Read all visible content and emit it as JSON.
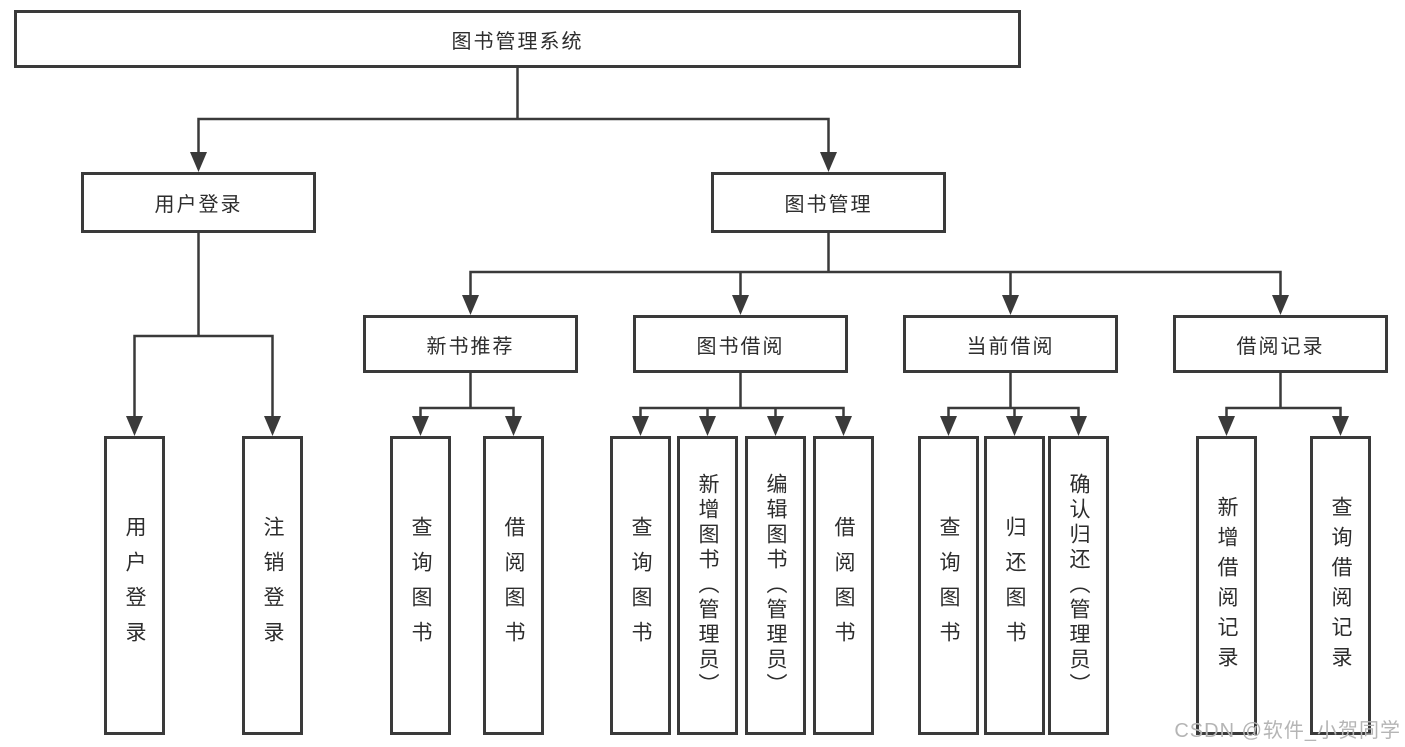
{
  "diagram": {
    "tree": {
      "label": "图书管理系统",
      "children": [
        {
          "label": "用户登录",
          "children": [
            {
              "label": "用户登录"
            },
            {
              "label": "注销登录"
            }
          ]
        },
        {
          "label": "图书管理",
          "children": [
            {
              "label": "新书推荐",
              "children": [
                {
                  "label": "查询图书"
                },
                {
                  "label": "借阅图书"
                }
              ]
            },
            {
              "label": "图书借阅",
              "children": [
                {
                  "label": "查询图书"
                },
                {
                  "label": "新增图书（管理员）"
                },
                {
                  "label": "编辑图书（管理员）"
                },
                {
                  "label": "借阅图书"
                }
              ]
            },
            {
              "label": "当前借阅",
              "children": [
                {
                  "label": "查询图书"
                },
                {
                  "label": "归还图书"
                },
                {
                  "label": "确认归还（管理员）"
                }
              ]
            },
            {
              "label": "借阅记录",
              "children": [
                {
                  "label": "新增借阅记录"
                },
                {
                  "label": "查询借阅记录"
                }
              ]
            }
          ]
        }
      ]
    },
    "colors": {
      "line": "#3a3a3a",
      "box_border": "#3a3a3a",
      "box_fill": "#ffffff",
      "text": "#2d2d2d",
      "background": "#ffffff",
      "watermark": "#b5b5b5"
    }
  },
  "watermark": {
    "text": "CSDN @软件_小贺同学"
  }
}
